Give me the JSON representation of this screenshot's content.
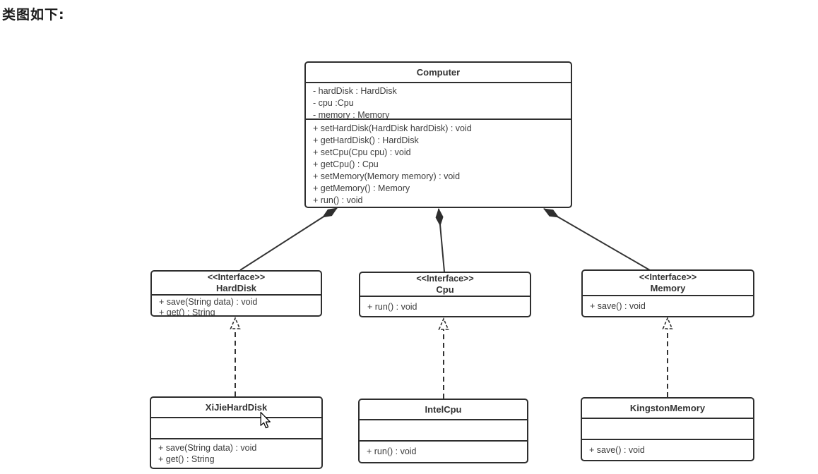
{
  "page": {
    "heading": "类图如下:"
  },
  "colors": {
    "border": "#2e2e2e",
    "text": "#3c3c3c",
    "line": "#333333",
    "background": "#ffffff"
  },
  "diagram": {
    "classes": [
      {
        "name": "Computer",
        "stereotype": "",
        "attributes": [
          "- hardDisk : HardDisk",
          "- cpu :Cpu",
          "- memory : Memory"
        ],
        "methods": [
          "+ setHardDisk(HardDisk hardDisk) : void",
          "+ getHardDisk() : HardDisk",
          "+ setCpu(Cpu cpu) : void",
          "+ getCpu() : Cpu",
          "+ setMemory(Memory memory) : void",
          "+ getMemory() : Memory",
          "+ run() : void"
        ]
      },
      {
        "name": "HardDisk",
        "stereotype": "<<Interface>>",
        "attributes": [],
        "methods": [
          "+ save(String data) : void",
          "+ get() : String"
        ]
      },
      {
        "name": "Cpu",
        "stereotype": "<<Interface>>",
        "attributes": [],
        "methods": [
          "+ run() : void"
        ]
      },
      {
        "name": "Memory",
        "stereotype": "<<Interface>>",
        "attributes": [],
        "methods": [
          "+ save() : void"
        ]
      },
      {
        "name": "XiJieHardDisk",
        "stereotype": "",
        "attributes": [],
        "methods": [
          "+ save(String data) : void",
          "+ get() : String"
        ]
      },
      {
        "name": "IntelCpu",
        "stereotype": "",
        "attributes": [],
        "methods": [
          "+ run() : void"
        ]
      },
      {
        "name": "KingstonMemory",
        "stereotype": "",
        "attributes": [],
        "methods": [
          "+ save() : void"
        ]
      }
    ],
    "relationships": [
      {
        "type": "composition",
        "from": "Computer",
        "to": "HardDisk"
      },
      {
        "type": "composition",
        "from": "Computer",
        "to": "Cpu"
      },
      {
        "type": "composition",
        "from": "Computer",
        "to": "Memory"
      },
      {
        "type": "realization",
        "from": "XiJieHardDisk",
        "to": "HardDisk"
      },
      {
        "type": "realization",
        "from": "IntelCpu",
        "to": "Cpu"
      },
      {
        "type": "realization",
        "from": "KingstonMemory",
        "to": "Memory"
      }
    ]
  }
}
